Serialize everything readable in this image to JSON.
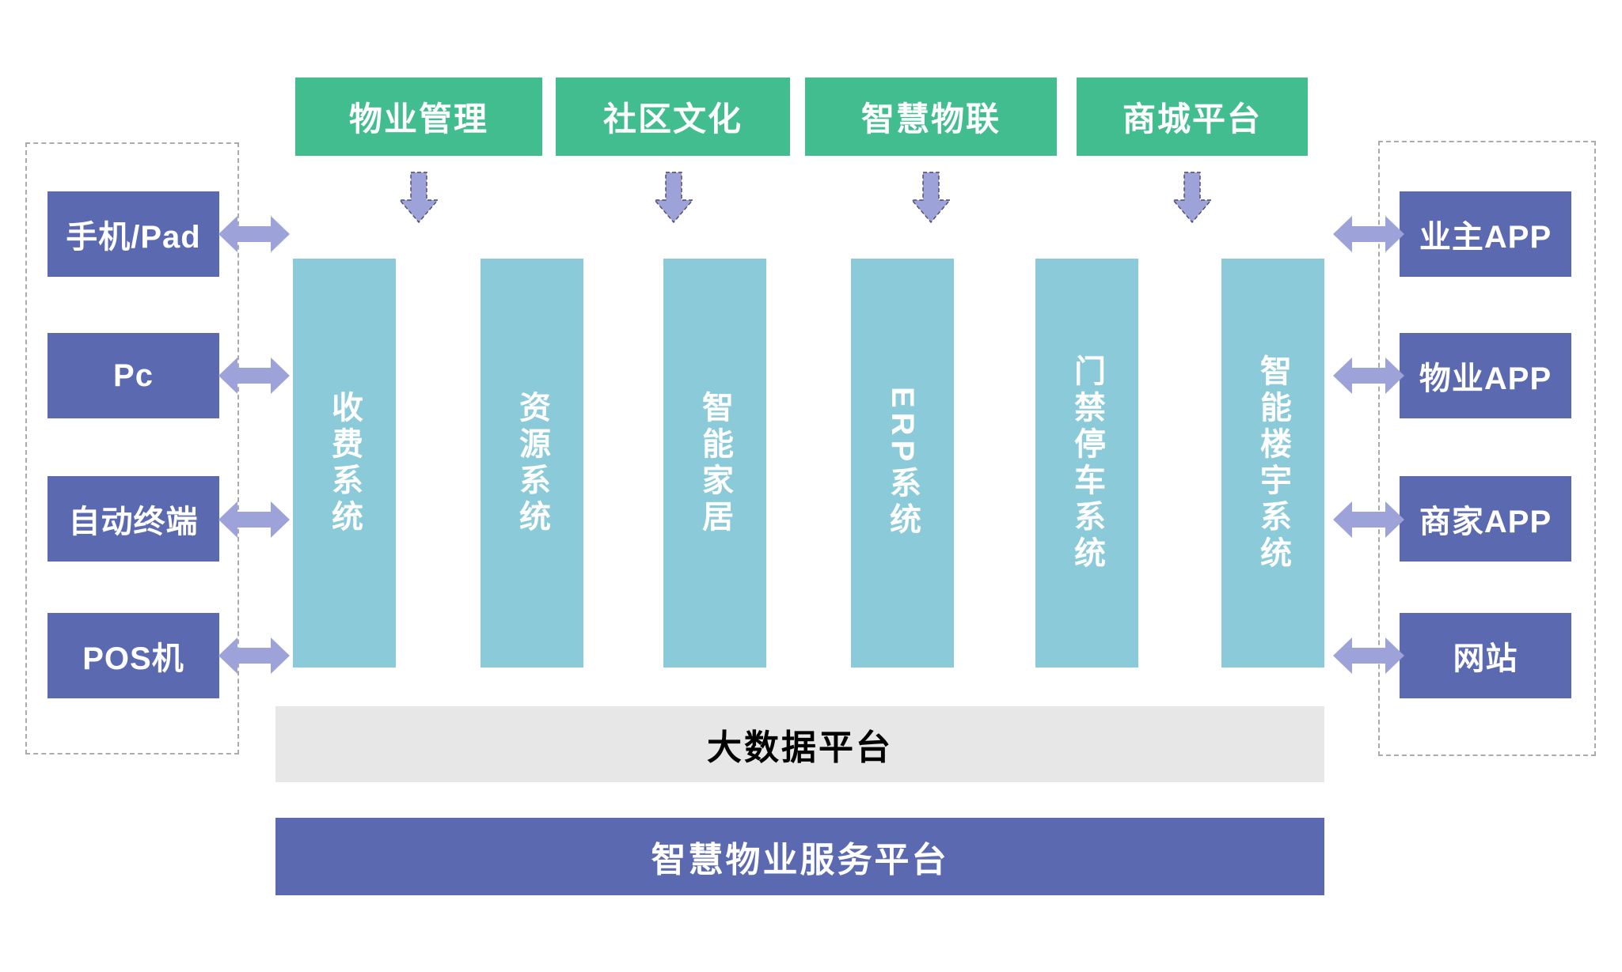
{
  "diagram": {
    "title_semantic": "智慧物业服务平台架构图",
    "top_modules": {
      "items": [
        {
          "label": "物业管理"
        },
        {
          "label": "社区文化"
        },
        {
          "label": "智慧物联"
        },
        {
          "label": "商城平台"
        }
      ]
    },
    "system_columns": {
      "items": [
        {
          "label": "收费系统"
        },
        {
          "label": "资源系统"
        },
        {
          "label": "智能家居"
        },
        {
          "label": "ERP系统"
        },
        {
          "label": "门禁停车系统"
        },
        {
          "label": "智能楼宇系统"
        }
      ]
    },
    "left_terminals": {
      "items": [
        {
          "label": "手机/Pad"
        },
        {
          "label": "Pc"
        },
        {
          "label": "自动终端"
        },
        {
          "label": "POS机"
        }
      ]
    },
    "right_apps": {
      "items": [
        {
          "label": "业主APP"
        },
        {
          "label": "物业APP"
        },
        {
          "label": "商家APP"
        },
        {
          "label": "网站"
        }
      ]
    },
    "platform_bars": {
      "big_data": "大数据平台",
      "service_platform": "智慧物业服务平台"
    },
    "colors": {
      "module_green": "#42bd90",
      "system_cyan": "#8bcbd9",
      "box_purple": "#5a69b0",
      "arrow_purple": "#9da3d8",
      "bar_gray": "#e7e7e7",
      "dashed_border_gray": "#ababab"
    }
  }
}
